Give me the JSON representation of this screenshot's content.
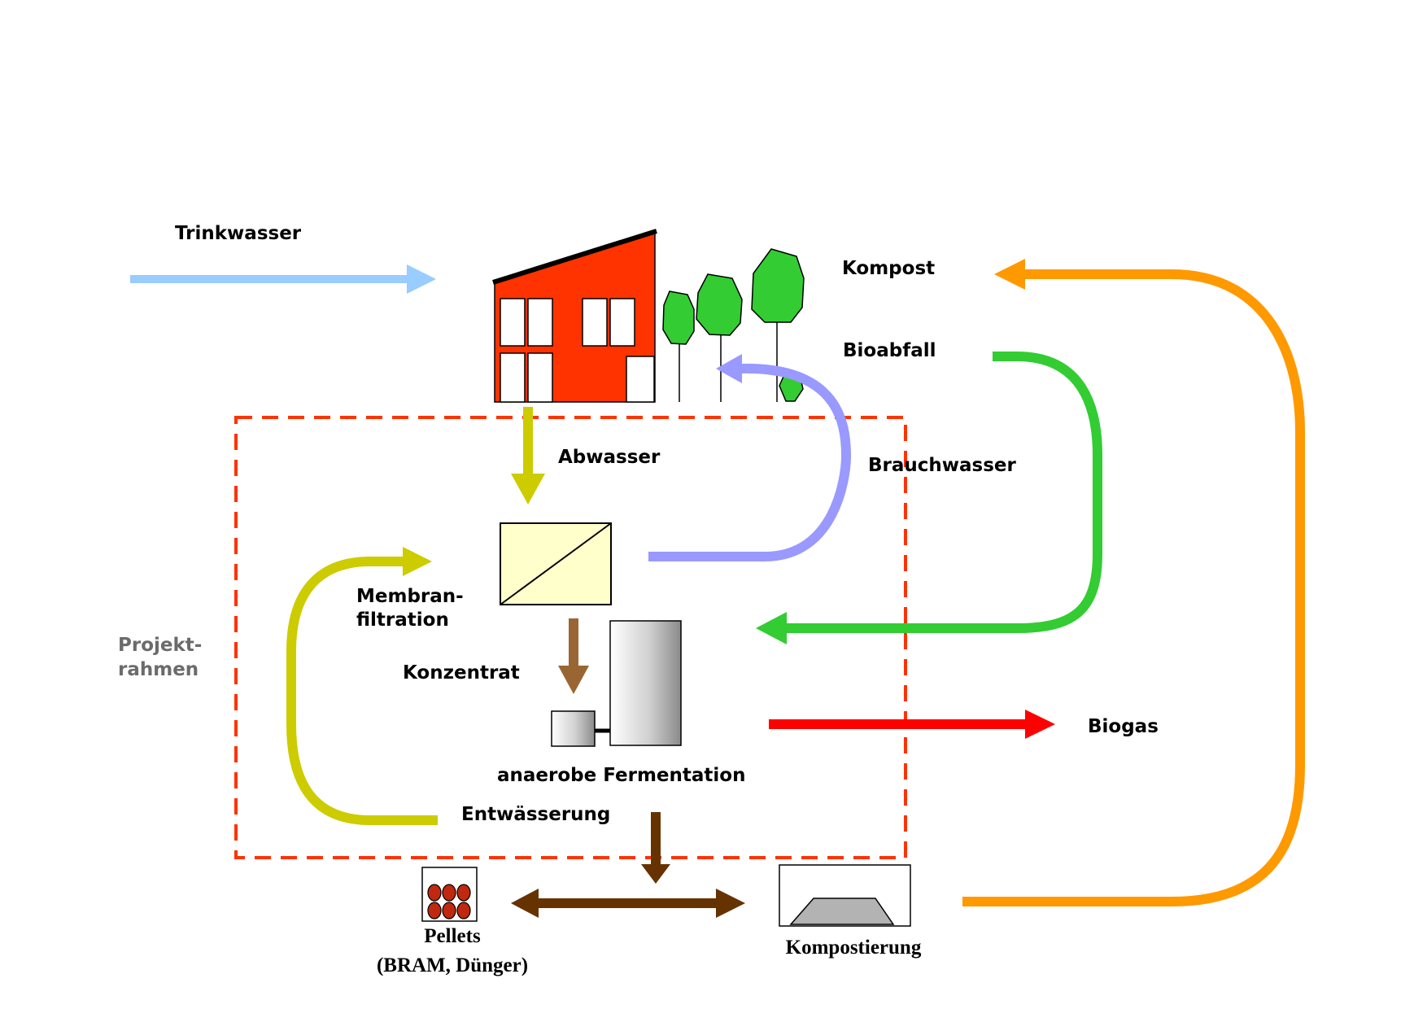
{
  "labels": {
    "trinkwasser": "Trinkwasser",
    "kompost": "Kompost",
    "bioabfall": "Bioabfall",
    "abwasser": "Abwasser",
    "brauchwasser": "Brauchwasser",
    "membran_line1": "Membran-",
    "membran_line2": "filtration",
    "projekt_line1": "Projekt-",
    "projekt_line2": "rahmen",
    "konzentrat": "Konzentrat",
    "biogas": "Biogas",
    "fermentation": "anaerobe Fermentation",
    "entwaesserung": "Entwässerung",
    "pellets_line1": "Pellets",
    "pellets_line2": "(BRAM, Dünger)",
    "kompostierung": "Kompostierung"
  },
  "colors": {
    "trinkwasser": "#99ccff",
    "abwasser": "#cccc00",
    "brauchwasser": "#9999ff",
    "bioabfall": "#33cc33",
    "kompost": "#ff9900",
    "biogas": "#ff0000",
    "konzentrat": "#996633",
    "sludge": "#663300",
    "house": "#ff3300",
    "trees": "#33cc33",
    "project_frame": "#ff3300",
    "membrane_fill": "#ffffcc"
  },
  "icons": {
    "house": "house-icon",
    "trees": "trees-icon",
    "membrane": "membrane-filter-icon",
    "fermenter": "fermenter-tank-icon",
    "pellets": "pellets-icon",
    "compost": "compost-heap-icon"
  }
}
